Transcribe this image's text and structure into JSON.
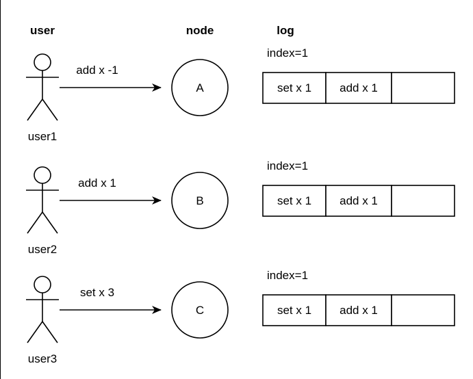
{
  "headers": {
    "user": "user",
    "node": "node",
    "log": "log"
  },
  "rows": [
    {
      "user": "user1",
      "action": "add x -1",
      "node": "A",
      "index_label": "index=1",
      "log_entries": [
        "set x 1",
        "add x 1",
        ""
      ]
    },
    {
      "user": "user2",
      "action": "add x 1",
      "node": "B",
      "index_label": "index=1",
      "log_entries": [
        "set x 1",
        "add x 1",
        ""
      ]
    },
    {
      "user": "user3",
      "action": "set x 3",
      "node": "C",
      "index_label": "index=1",
      "log_entries": [
        "set x 1",
        "add x 1",
        ""
      ]
    }
  ]
}
